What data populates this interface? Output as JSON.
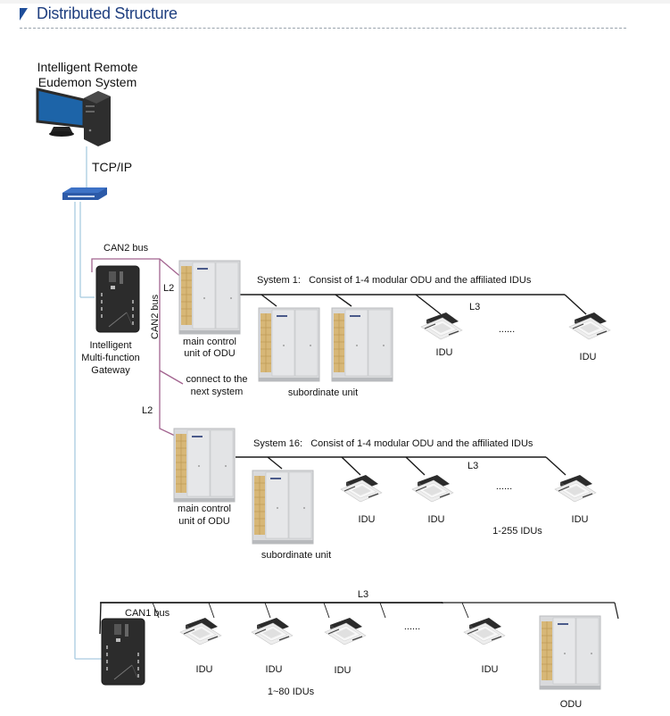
{
  "header": {
    "title": "Distributed Structure",
    "icon": "triangle-marker-icon",
    "accent_color": "#1f4e9a"
  },
  "diagram": {
    "remote_system": {
      "label_line1": "Intelligent Remote",
      "label_line2": "Eudemon System",
      "icon": "desktop-computer-icon"
    },
    "network": {
      "tcp_label": "TCP/IP",
      "switch_icon": "network-switch-icon"
    },
    "gateway_top": {
      "label_line1": "Intelligent",
      "label_line2": "Multi-function",
      "label_line3": "Gateway",
      "can_bus_label": "CAN2 bus",
      "can_bus_vertical_label": "CAN2 bus",
      "icon": "gateway-device-icon"
    },
    "system1": {
      "title": "System 1:   Consist of 1-4 modular ODU and the affiliated IDUs",
      "l2_label": "L2",
      "l3_label": "L3",
      "main_unit_line1": "main control",
      "main_unit_line2": "unit of ODU",
      "connect_line1": "connect to the",
      "connect_line2": "next system",
      "subordinate_label": "subordinate unit",
      "idu_labels": [
        "IDU",
        "IDU"
      ],
      "ellipsis": "......"
    },
    "system16": {
      "title": "System 16:   Consist of 1-4 modular ODU and the affiliated IDUs",
      "l2_label": "L2",
      "l3_label": "L3",
      "main_unit_line1": "main control",
      "main_unit_line2": "unit of ODU",
      "subordinate_label": "subordinate unit",
      "idu_labels": [
        "IDU",
        "IDU",
        "IDU"
      ],
      "ellipsis": "......",
      "count_label": "1-255 IDUs"
    },
    "can1_system": {
      "can_bus_label": "CAN1 bus",
      "l3_label": "L3",
      "idu_labels": [
        "IDU",
        "IDU",
        "IDU",
        "IDU"
      ],
      "ellipsis": "......",
      "count_label": "1~80 IDUs",
      "odu_label": "ODU"
    },
    "colors": {
      "tcp_line": "#a9cbe0",
      "can2_line": "#a2638f",
      "l3_line": "#1a1a1a"
    }
  }
}
